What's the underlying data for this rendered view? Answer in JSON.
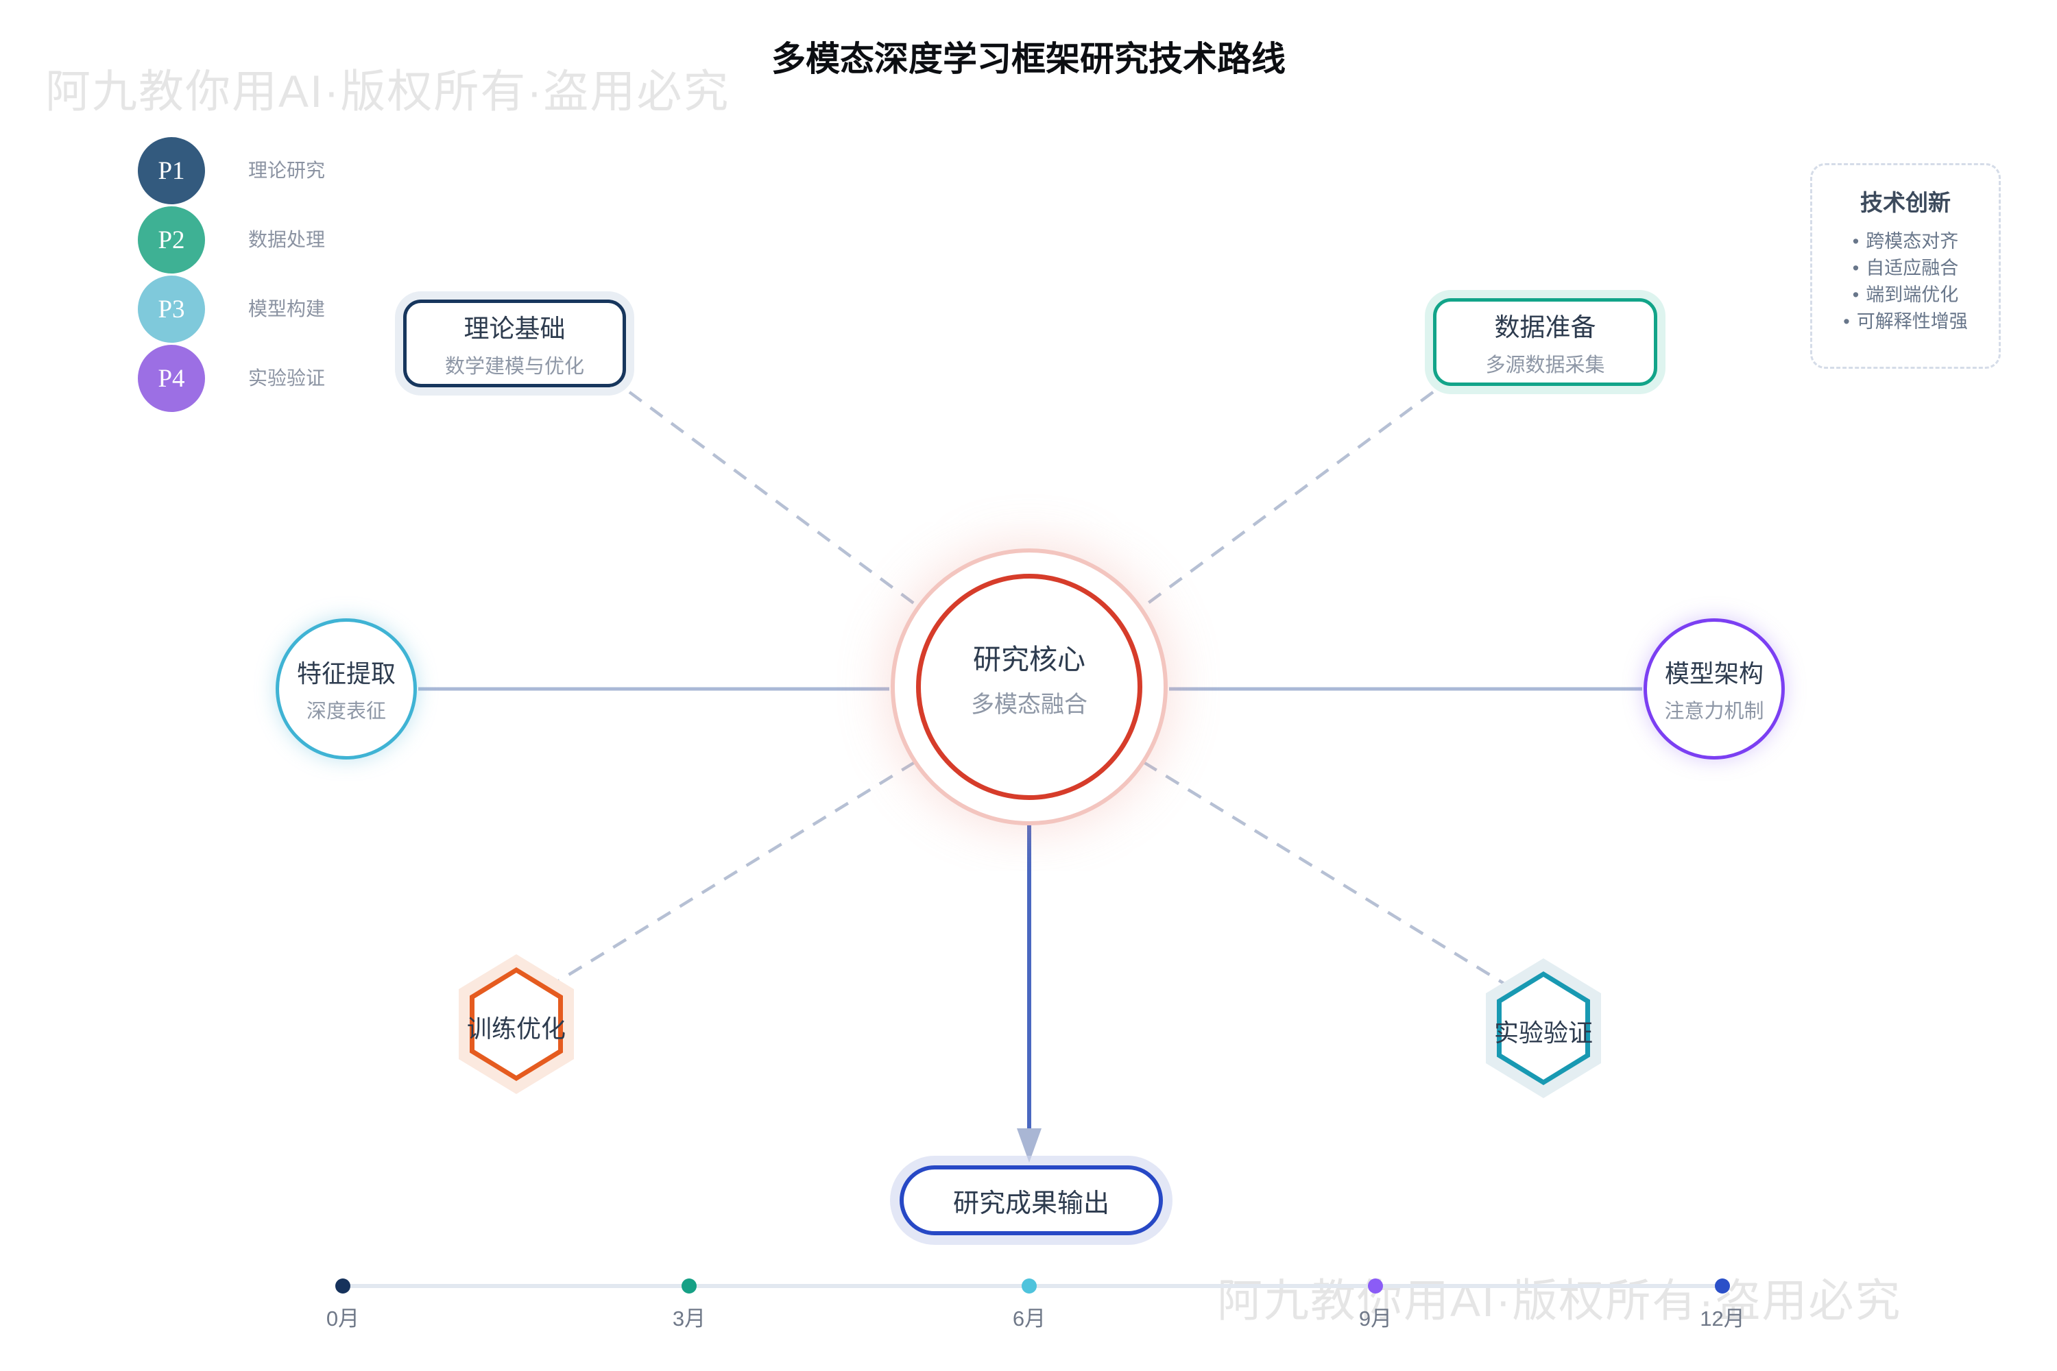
{
  "title": "多模态深度学习框架研究技术路线",
  "watermark": {
    "text": "阿九教你用AI·版权所有·盗用必究"
  },
  "legend": {
    "items": [
      {
        "id": "P1",
        "label": "理论研究",
        "color": "#335a7e"
      },
      {
        "id": "P2",
        "label": "数据处理",
        "color": "#3eb194"
      },
      {
        "id": "P3",
        "label": "模型构建",
        "color": "#7fc9db"
      },
      {
        "id": "P4",
        "label": "实验验证",
        "color": "#9c6fe4"
      }
    ]
  },
  "innovation_panel": {
    "title": "技术创新",
    "bullet": "•",
    "items": [
      "跨模态对齐",
      "自适应融合",
      "端到端优化",
      "可解释性增强"
    ]
  },
  "center_node": {
    "title": "研究核心",
    "subtitle": "多模态融合",
    "outer_ring_color": "#f3c5bf",
    "inner_ring_color": "#d63c2a"
  },
  "nodes": {
    "theory": {
      "title": "理论基础",
      "subtitle": "数学建模与优化",
      "border_color": "#17365d"
    },
    "data": {
      "title": "数据准备",
      "subtitle": "多源数据采集",
      "border_color": "#12a489"
    },
    "feature": {
      "title": "特征提取",
      "subtitle": "深度表征",
      "border_color": "#3fb3d4"
    },
    "model": {
      "title": "模型架构",
      "subtitle": "注意力机制",
      "border_color": "#7b3ff2"
    },
    "training": {
      "title": "训练优化",
      "border_color": "#e55b1f"
    },
    "experiment": {
      "title": "实验验证",
      "border_color": "#1899b2"
    },
    "output": {
      "title": "研究成果输出",
      "border_color": "#2748c5"
    }
  },
  "timeline": {
    "labels": [
      "0月",
      "3月",
      "6月",
      "9月",
      "12月"
    ],
    "dot_colors": [
      "#16325c",
      "#16a085",
      "#4fc3dc",
      "#8b5cf6",
      "#2b50c8"
    ],
    "line_color": "#e2e8f0"
  },
  "connectors": {
    "solid_color": "#a9b8d6",
    "dashed_color": "#b6c0d4",
    "arrow_line_color": "#4a68c0",
    "arrow_head_color": "#a9b6d4"
  }
}
